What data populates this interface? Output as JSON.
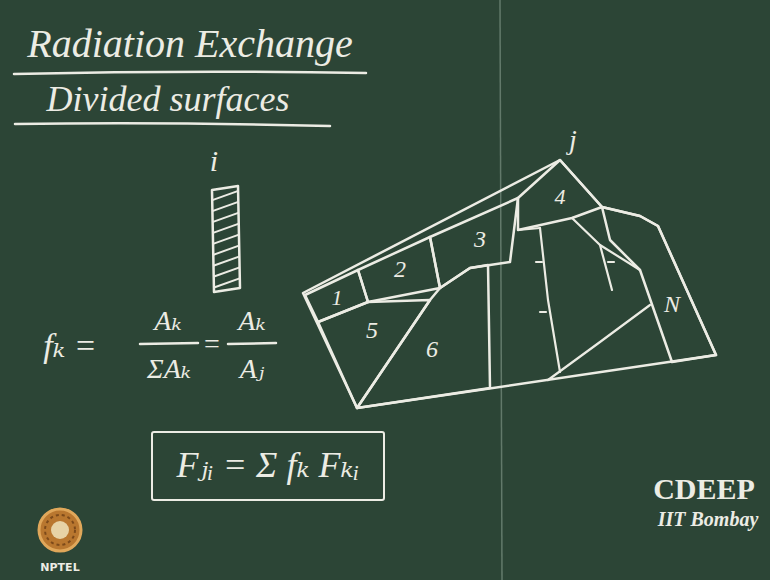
{
  "diagram": {
    "title": "Radiation Exchange",
    "nodes": [
      {
        "text": [
          "i"
        ]
      },
      {
        "text": [
          "j"
        ]
      },
      {
        "text": [
          "1"
        ],
        "in": 1
      },
      {
        "text": [
          "2"
        ],
        "in": 1
      },
      {
        "text": [
          "3"
        ],
        "in": 1
      },
      {
        "text": [
          "4"
        ],
        "in": 1
      },
      {
        "text": [
          "5"
        ],
        "in": 1
      },
      {
        "text": [
          "6"
        ],
        "in": 1
      },
      {
        "text": [
          "N"
        ],
        "in": 1
      },
      {
        "text": [
          "Fⱼᵢ = Σ fₖ Fₖᵢ"
        ]
      }
    ],
    "labels": [
      "Divided surfaces",
      "fₖ =",
      "Aₖ",
      "ΣAₖ",
      "=",
      "Aₖ",
      "Aⱼ",
      "CDEEP",
      "IIT Bombay",
      "NPTEL"
    ]
  }
}
